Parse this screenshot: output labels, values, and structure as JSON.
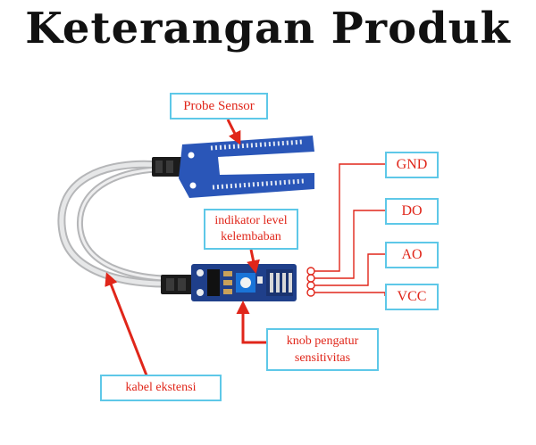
{
  "title": "Keterangan Produk",
  "labels": {
    "probe_sensor": "Probe Sensor",
    "indikator_line1": "indikator level",
    "indikator_line2": "kelembaban",
    "knob_line1": "knob pengatur",
    "knob_line2": "sensitivitas",
    "kabel": "kabel ekstensi"
  },
  "pins": [
    "GND",
    "DO",
    "AO",
    "VCC"
  ],
  "colors": {
    "label_border": "#5ec8e8",
    "label_text": "#e0261a",
    "arrow": "#e0261a",
    "board": "#1f3f8a",
    "probe": "#2a56b8",
    "cable": "#cfd0d2",
    "title": "#111111"
  }
}
